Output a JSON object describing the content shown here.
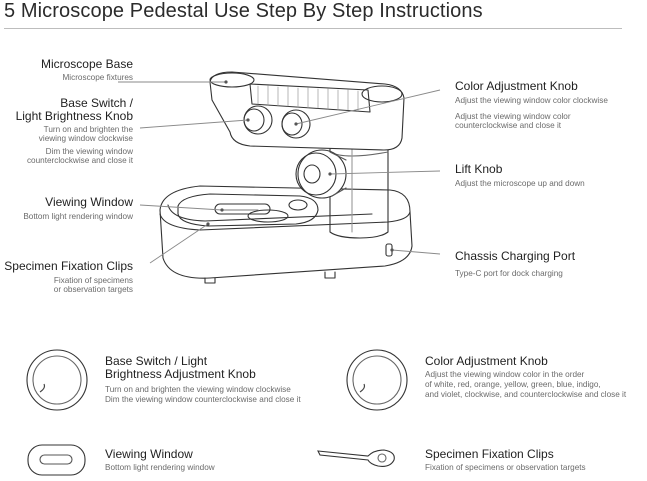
{
  "title": "5 Microscope Pedestal Use Step By Step Instructions",
  "callouts": {
    "microscope_base": {
      "label": "Microscope Base",
      "desc": [
        "Microscope fixtures"
      ]
    },
    "base_switch": {
      "label": [
        "Base Switch /",
        "Light Brightness Knob"
      ],
      "desc": [
        "Turn on and brighten the",
        "viewing window clockwise",
        "Dim the viewing window",
        "counterclockwise and close it"
      ]
    },
    "viewing_window": {
      "label": "Viewing Window",
      "desc": [
        "Bottom light rendering window"
      ]
    },
    "specimen_clips": {
      "label": "Specimen Fixation Clips",
      "desc": [
        "Fixation of specimens",
        "or observation targets"
      ]
    },
    "color_knob": {
      "label": "Color Adjustment Knob",
      "desc": [
        "Adjust the viewing window color clockwise",
        "Adjust the viewing window color",
        "counterclockwise and close it"
      ]
    },
    "lift_knob": {
      "label": "Lift Knob",
      "desc": [
        "Adjust the microscope up and down"
      ]
    },
    "charging_port": {
      "label": "Chassis Charging Port",
      "desc": [
        "Type-C port for dock charging"
      ]
    }
  },
  "bottom": {
    "base_switch": {
      "title": [
        "Base Switch / Light",
        "Brightness Adjustment Knob"
      ],
      "desc": [
        "Turn on and brighten the viewing window clockwise",
        "Dim the viewing window counterclockwise and close it"
      ]
    },
    "color_knob": {
      "title": [
        "Color Adjustment Knob"
      ],
      "desc": [
        "Adjust the viewing window color in the order",
        "of white, red, orange, yellow, green, blue, indigo,",
        "and violet, clockwise, and counterclockwise and close it"
      ]
    },
    "viewing_window": {
      "title": [
        "Viewing Window"
      ],
      "desc": [
        "Bottom light rendering window"
      ]
    },
    "specimen_clips": {
      "title": [
        "Specimen Fixation Clips"
      ],
      "desc": [
        "Fixation of specimens or observation targets"
      ]
    }
  },
  "colors": {
    "line": "#333333",
    "leader": "#8a8a8a",
    "accent": "#4a4a4a"
  }
}
